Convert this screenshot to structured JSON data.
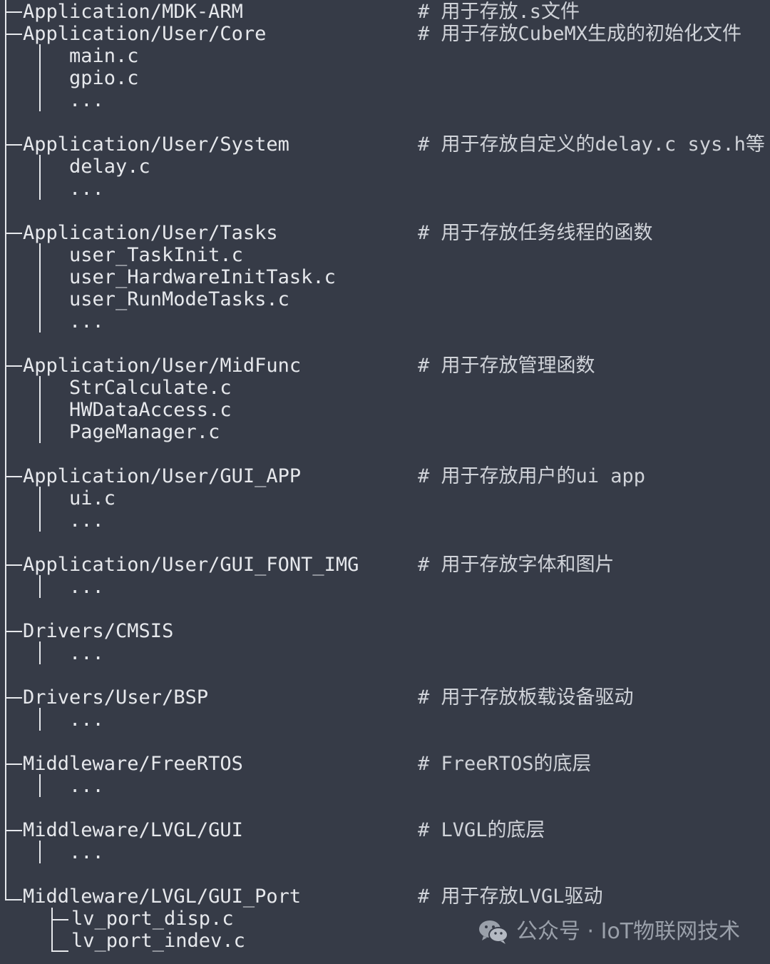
{
  "tree": {
    "mdk": {
      "dir": "Application/MDK-ARM",
      "comment": "# 用于存放.s文件"
    },
    "core": {
      "dir": "Application/User/Core",
      "comment": "# 用于存放CubeMX生成的初始化文件",
      "files": [
        "main.c",
        "gpio.c",
        "..."
      ]
    },
    "system": {
      "dir": "Application/User/System",
      "comment": "# 用于存放自定义的delay.c sys.h等",
      "files": [
        "delay.c",
        "..."
      ]
    },
    "tasks": {
      "dir": "Application/User/Tasks",
      "comment": "# 用于存放任务线程的函数",
      "files": [
        "user_TaskInit.c",
        "user_HardwareInitTask.c",
        "user_RunModeTasks.c",
        "..."
      ]
    },
    "midfunc": {
      "dir": "Application/User/MidFunc",
      "comment": "# 用于存放管理函数",
      "files": [
        "StrCalculate.c",
        "HWDataAccess.c",
        "PageManager.c"
      ]
    },
    "guiapp": {
      "dir": "Application/User/GUI_APP",
      "comment": "# 用于存放用户的ui app",
      "files": [
        "ui.c",
        "..."
      ]
    },
    "guifont": {
      "dir": "Application/User/GUI_FONT_IMG",
      "comment": "# 用于存放字体和图片",
      "files": [
        "..."
      ]
    },
    "cmsis": {
      "dir": "Drivers/CMSIS",
      "files": [
        "..."
      ]
    },
    "bsp": {
      "dir": "Drivers/User/BSP",
      "comment": "# 用于存放板载设备驱动",
      "files": [
        "..."
      ]
    },
    "freertos": {
      "dir": "Middleware/FreeRTOS",
      "comment": "# FreeRTOS的底层",
      "files": [
        "..."
      ]
    },
    "lvglgui": {
      "dir": "Middleware/LVGL/GUI",
      "comment": "# LVGL的底层",
      "files": [
        "..."
      ]
    },
    "lvglport": {
      "dir": "Middleware/LVGL/GUI_Port",
      "comment": "# 用于存放LVGL驱动",
      "files": [
        "lv_port_disp.c",
        "lv_port_indev.c"
      ]
    }
  },
  "watermark": {
    "text": "公众号 · IoT物联网技术",
    "icon": "wechat-icon"
  }
}
